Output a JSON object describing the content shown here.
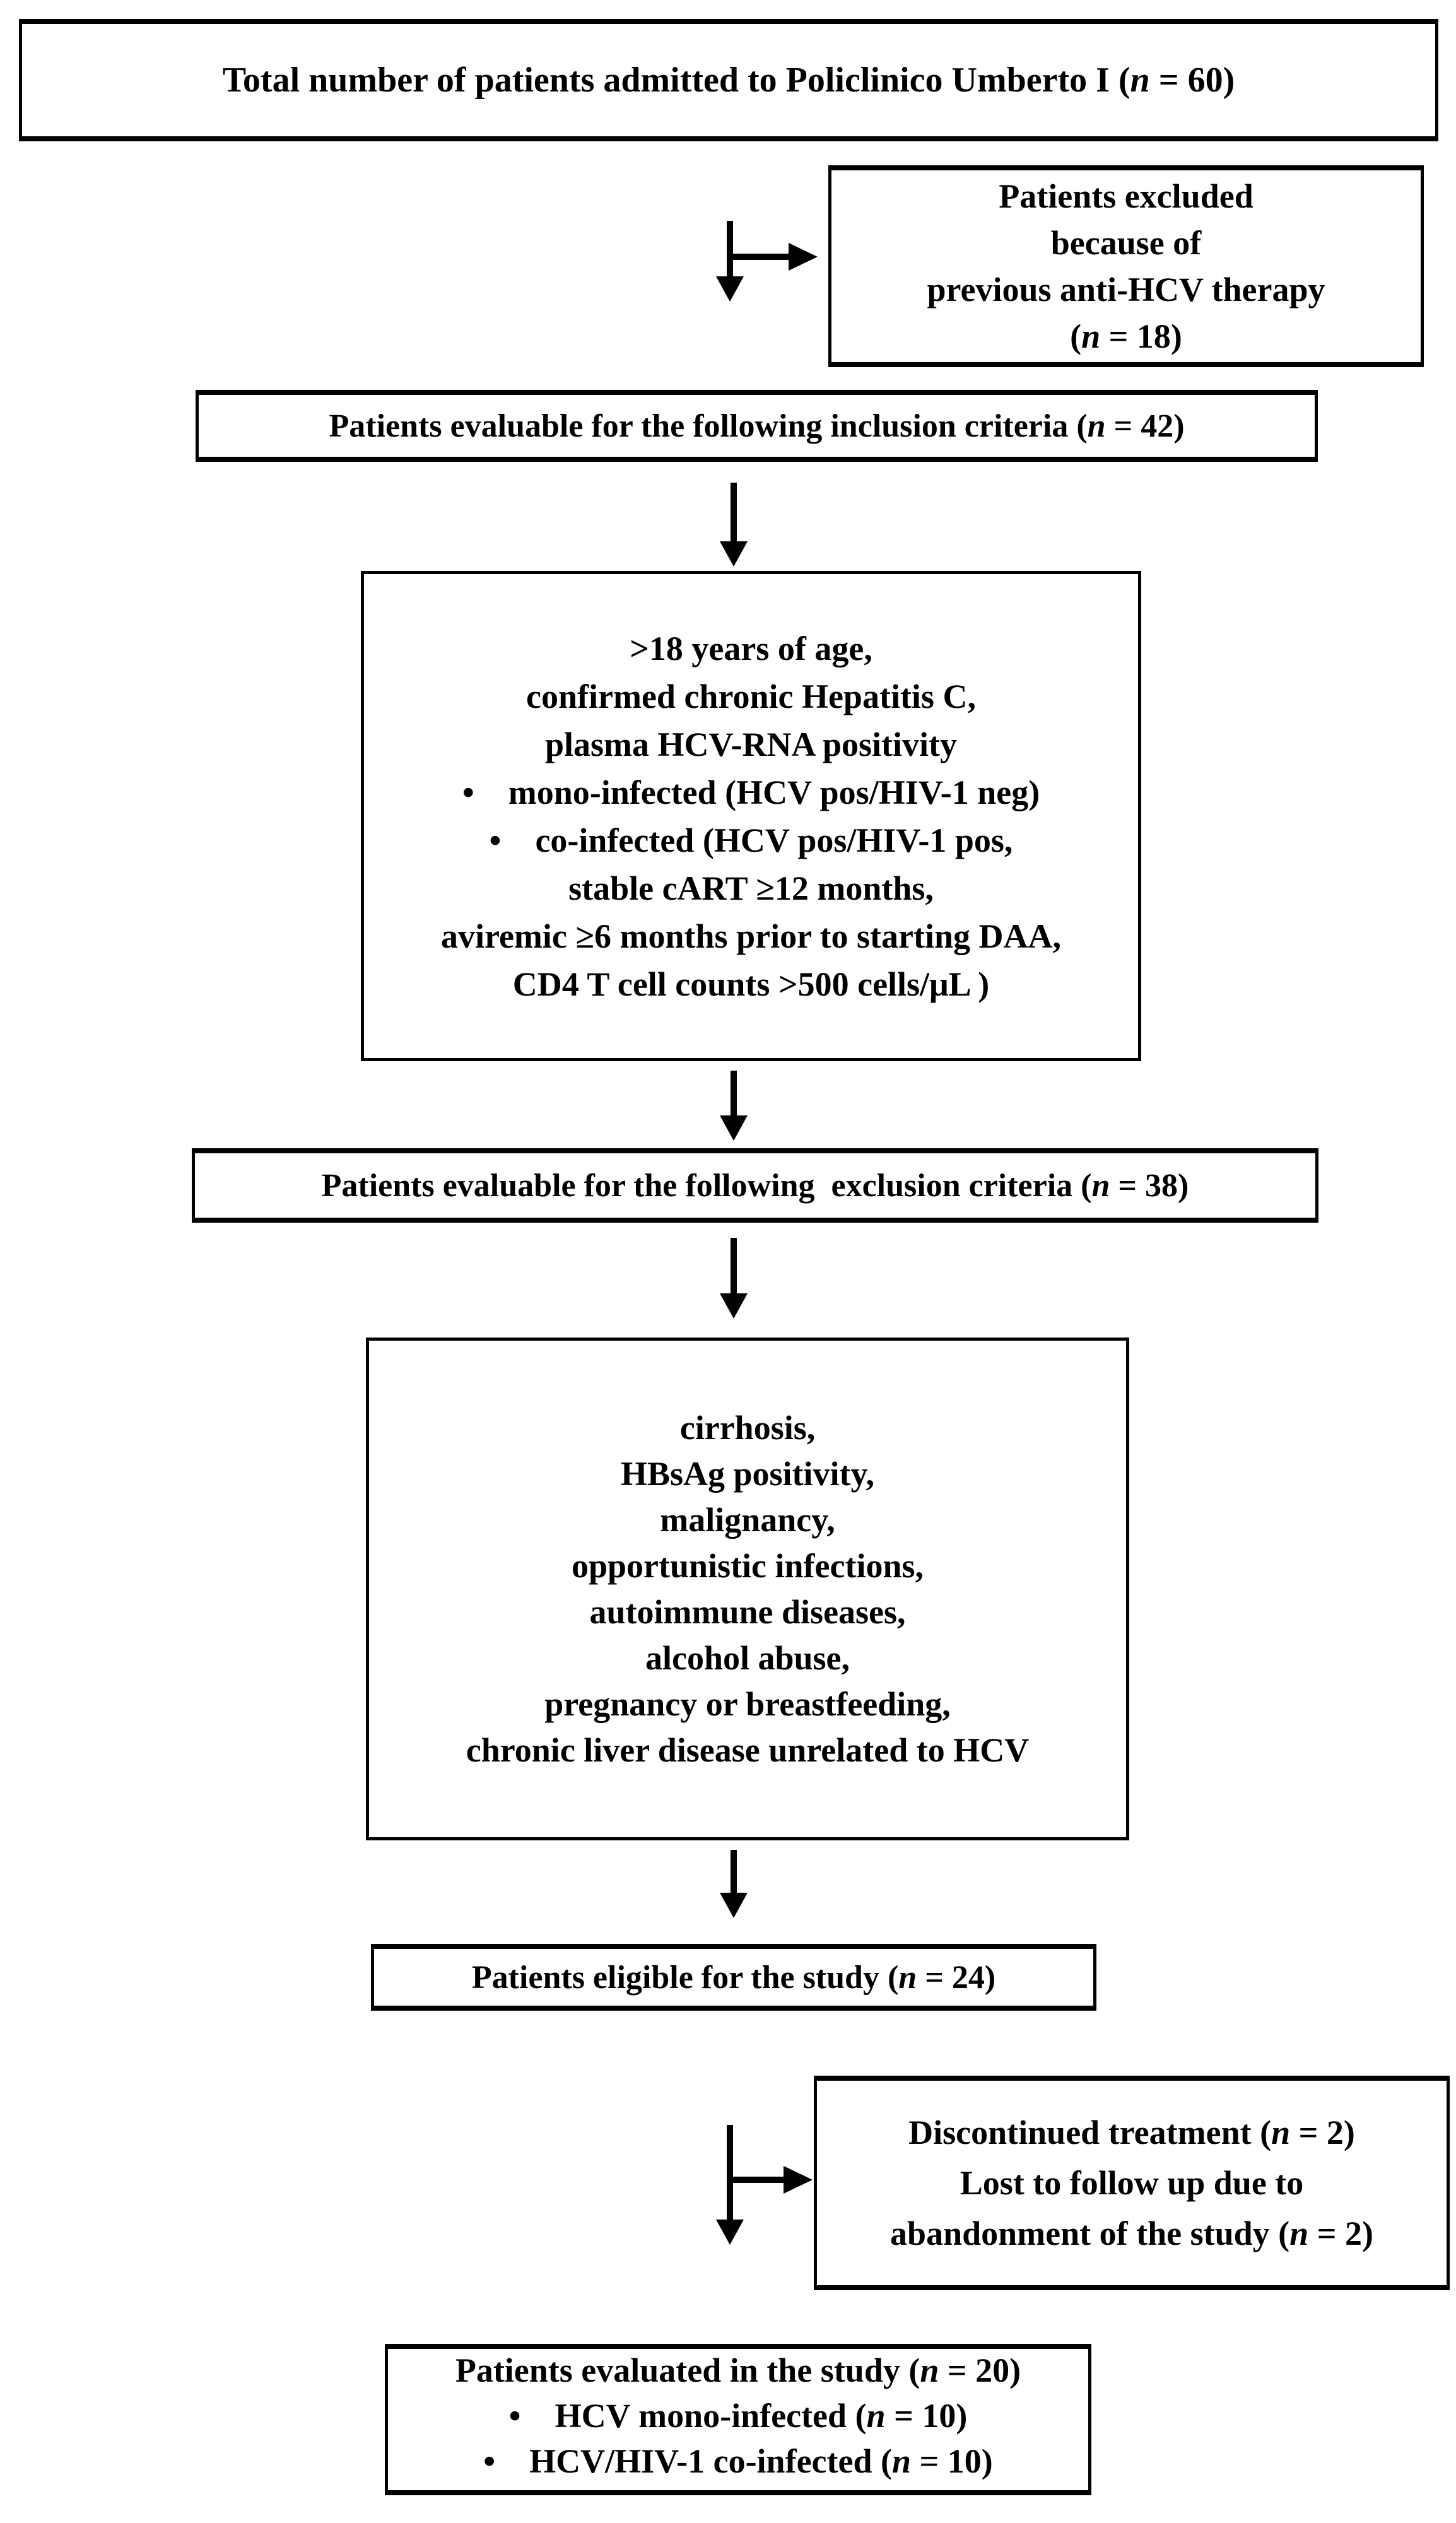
{
  "colors": {
    "ink": "#000000",
    "background": "#ffffff"
  },
  "flow": {
    "total": {
      "lines": [
        "Total number of patients admitted to Policlinico Umberto I (n = 60)"
      ]
    },
    "excluded": {
      "lines": [
        "Patients excluded",
        "because of",
        "previous anti-HCV therapy",
        "(n = 18)"
      ]
    },
    "inclusion_bar": {
      "lines": [
        "Patients evaluable for the following inclusion criteria (n = 42)"
      ]
    },
    "inclusion_criteria": {
      "lines": [
        ">18 years of age,",
        "confirmed chronic Hepatitis C,",
        "plasma HCV-RNA positivity",
        "• mono-infected (HCV pos/HIV-1 neg)",
        "• co-infected (HCV pos/HIV-1 pos,",
        "stable cART ≥12 months,",
        "aviremic ≥6 months prior to starting DAA,",
        "CD4 T cell counts >500 cells/μL )"
      ]
    },
    "exclusion_bar": {
      "lines": [
        "Patients evaluable for the following  exclusion criteria (n = 38)"
      ]
    },
    "exclusion_criteria": {
      "lines": [
        "cirrhosis,",
        "HBsAg positivity,",
        "malignancy,",
        "opportunistic infections,",
        "autoimmune diseases,",
        "alcohol abuse,",
        "pregnancy or breastfeeding,",
        "chronic liver disease unrelated to HCV"
      ]
    },
    "eligible_bar": {
      "lines": [
        "Patients eligible for the study (n = 24)"
      ]
    },
    "discontinued": {
      "lines": [
        "Discontinued treatment (n = 2)",
        "Lost to follow up due to",
        "abandonment of the study (n = 2)"
      ]
    },
    "evaluated": {
      "lines": [
        "Patients evaluated in the study (n = 20)",
        "• HCV mono-infected (n = 10)",
        "• HCV/HIV-1 co-infected (n = 10)"
      ]
    }
  }
}
